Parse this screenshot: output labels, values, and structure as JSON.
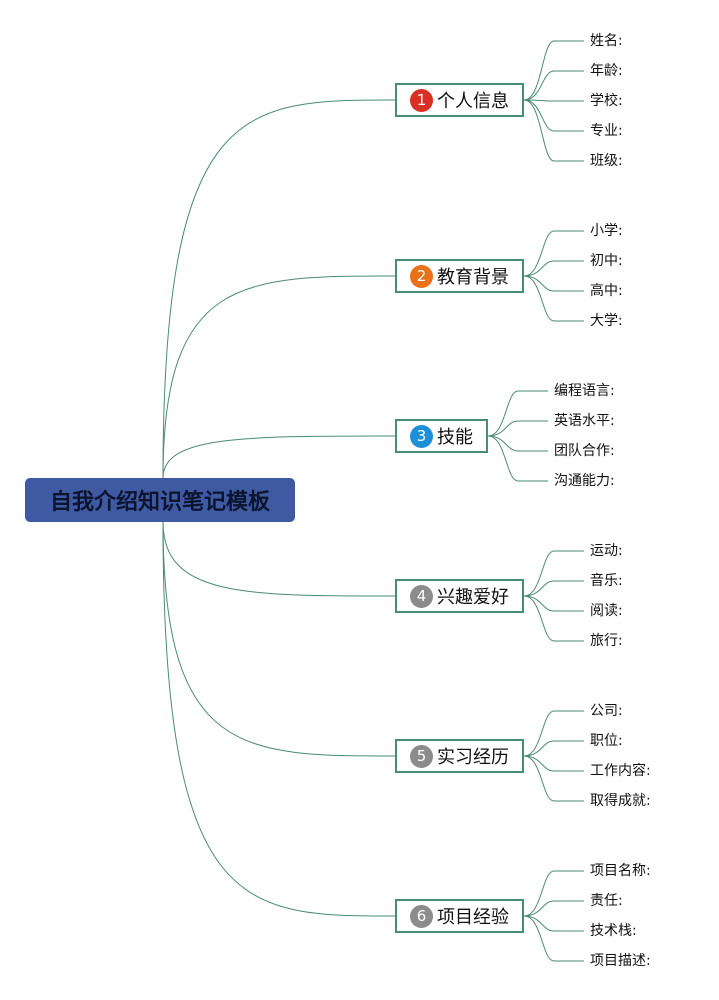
{
  "root": {
    "title": "自我介绍知识笔记模板"
  },
  "line_color": "#4a8a76",
  "branches": [
    {
      "number": "1",
      "label": "个人信息",
      "badge_color": "#d93025",
      "items": [
        "姓名:",
        "年龄:",
        "学校:",
        "专业:",
        "班级:"
      ]
    },
    {
      "number": "2",
      "label": "教育背景",
      "badge_color": "#e8711a",
      "items": [
        "小学:",
        "初中:",
        "高中:",
        "大学:"
      ]
    },
    {
      "number": "3",
      "label": "技能",
      "badge_color": "#1e90d6",
      "items": [
        "编程语言:",
        "英语水平:",
        "团队合作:",
        "沟通能力:"
      ]
    },
    {
      "number": "4",
      "label": "兴趣爱好",
      "badge_color": "#8c8c8c",
      "items": [
        "运动:",
        "音乐:",
        "阅读:",
        "旅行:"
      ]
    },
    {
      "number": "5",
      "label": "实习经历",
      "badge_color": "#8c8c8c",
      "items": [
        "公司:",
        "职位:",
        "工作内容:",
        "取得成就:"
      ]
    },
    {
      "number": "6",
      "label": "项目经验",
      "badge_color": "#8c8c8c",
      "items": [
        "项目名称:",
        "责任:",
        "技术栈:",
        "项目描述:"
      ]
    }
  ]
}
